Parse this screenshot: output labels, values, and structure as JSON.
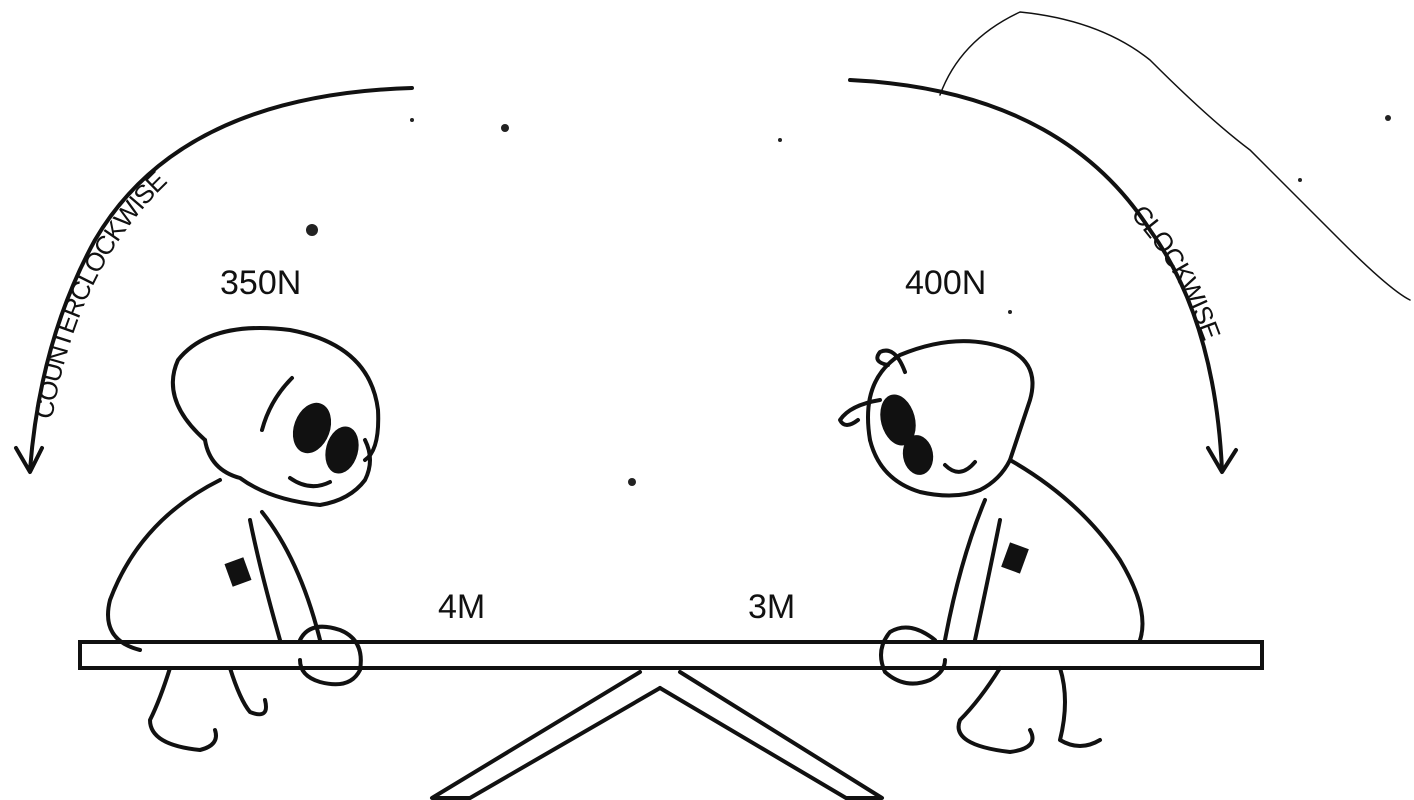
{
  "labels": {
    "left_weight": "350N",
    "right_weight": "400N",
    "left_distance": "4M",
    "right_distance": "3M",
    "left_arrow": "COUNTERCLOCKWISE",
    "right_arrow": "CLOCKWISE"
  },
  "colors": {
    "ink": "#111111",
    "paper": "#ffffff"
  }
}
